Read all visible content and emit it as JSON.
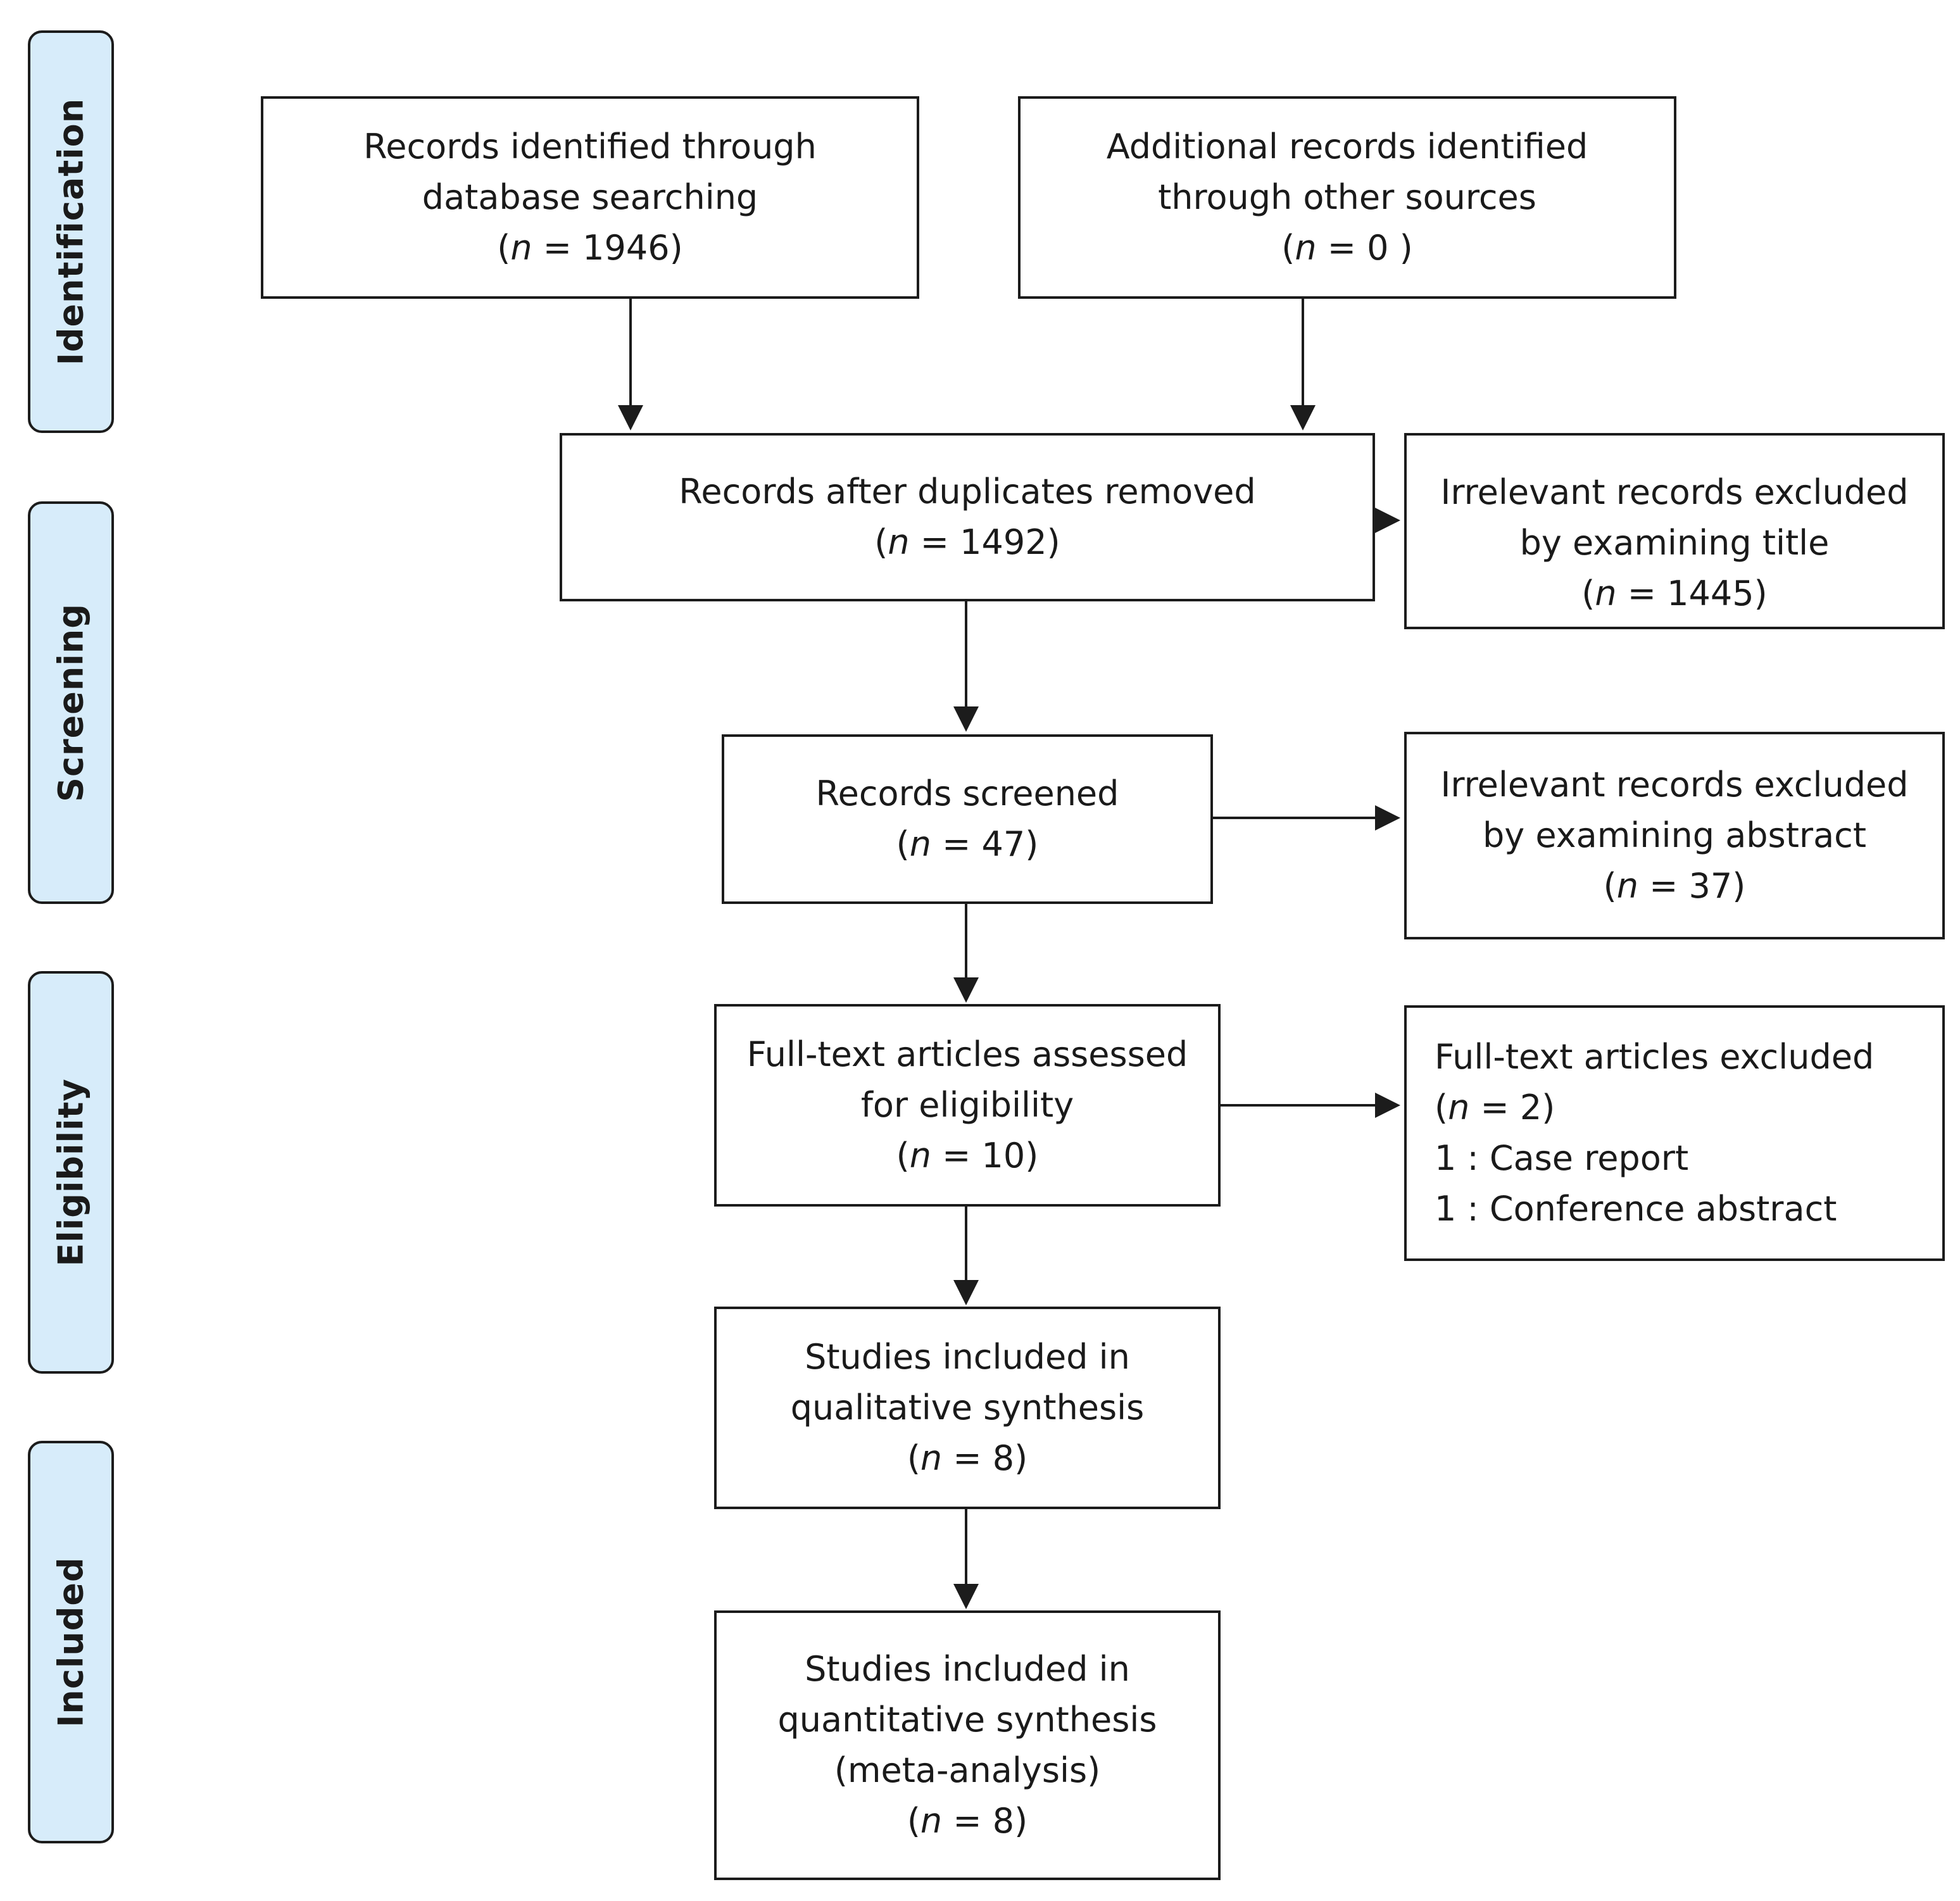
{
  "stages": [
    {
      "id": "identification",
      "label": "Identification"
    },
    {
      "id": "screening",
      "label": "Screening"
    },
    {
      "id": "eligibility",
      "label": "Eligibility"
    },
    {
      "id": "included",
      "label": "Included"
    }
  ],
  "boxes": {
    "db_search": {
      "lines": [
        "Records identified through",
        "database searching"
      ],
      "n_open": "(",
      "n_var": "n",
      "n_rest": " = 1946)"
    },
    "other_sources": {
      "lines": [
        "Additional records identified",
        "through other sources"
      ],
      "n_open": "(",
      "n_var": "n",
      "n_rest": " = 0 )"
    },
    "dedup": {
      "lines": [
        "Records after duplicates removed"
      ],
      "n_open": "(",
      "n_var": "n",
      "n_rest": " = 1492)"
    },
    "excluded_title": {
      "lines": [
        "Irrelevant records excluded",
        "by examining title"
      ],
      "n_open": "(",
      "n_var": "n",
      "n_rest": " = 1445)"
    },
    "screened": {
      "lines": [
        "Records screened"
      ],
      "n_open": "(",
      "n_var": "n",
      "n_rest": " = 47)"
    },
    "excluded_abstract": {
      "lines": [
        "Irrelevant records excluded",
        "by examining abstract"
      ],
      "n_open": "(",
      "n_var": "n",
      "n_rest": " = 37)"
    },
    "fulltext_assessed": {
      "lines": [
        "Full-text articles assessed",
        "for eligibility"
      ],
      "n_open": "(",
      "n_var": "n",
      "n_rest": " = 10)"
    },
    "fulltext_excluded": {
      "lines": [
        "Full-text articles excluded"
      ],
      "n_open": "(",
      "n_var": "n",
      "n_rest": " = 2)",
      "details": [
        "1 : Case report",
        "1 : Conference abstract"
      ]
    },
    "qualitative": {
      "lines": [
        "Studies included in",
        "qualitative synthesis"
      ],
      "n_open": "(",
      "n_var": "n",
      "n_rest": " = 8)"
    },
    "quantitative": {
      "lines": [
        "Studies included in",
        "quantitative synthesis",
        "(meta-analysis)"
      ],
      "n_open": "(",
      "n_var": "n",
      "n_rest": " = 8)"
    }
  },
  "colors": {
    "stage_fill": "#d7ecfa",
    "stroke": "#1c1c1c"
  }
}
